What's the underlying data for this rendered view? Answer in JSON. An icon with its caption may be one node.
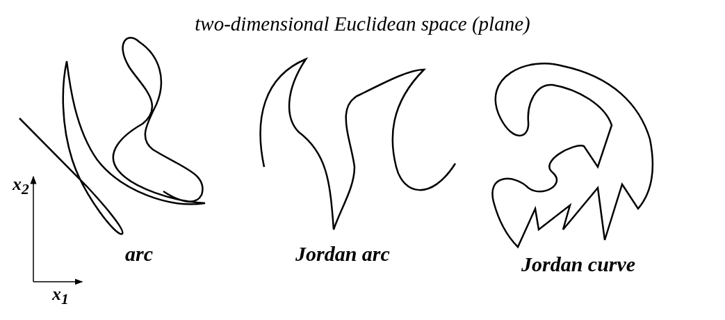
{
  "diagram": {
    "title": "two-dimensional Euclidean space (plane)",
    "labels": [
      "x$_{2}$",
      "arc",
      "Jordan arc",
      "Jordan curve",
      "x$_{1}$"
    ]
  }
}
